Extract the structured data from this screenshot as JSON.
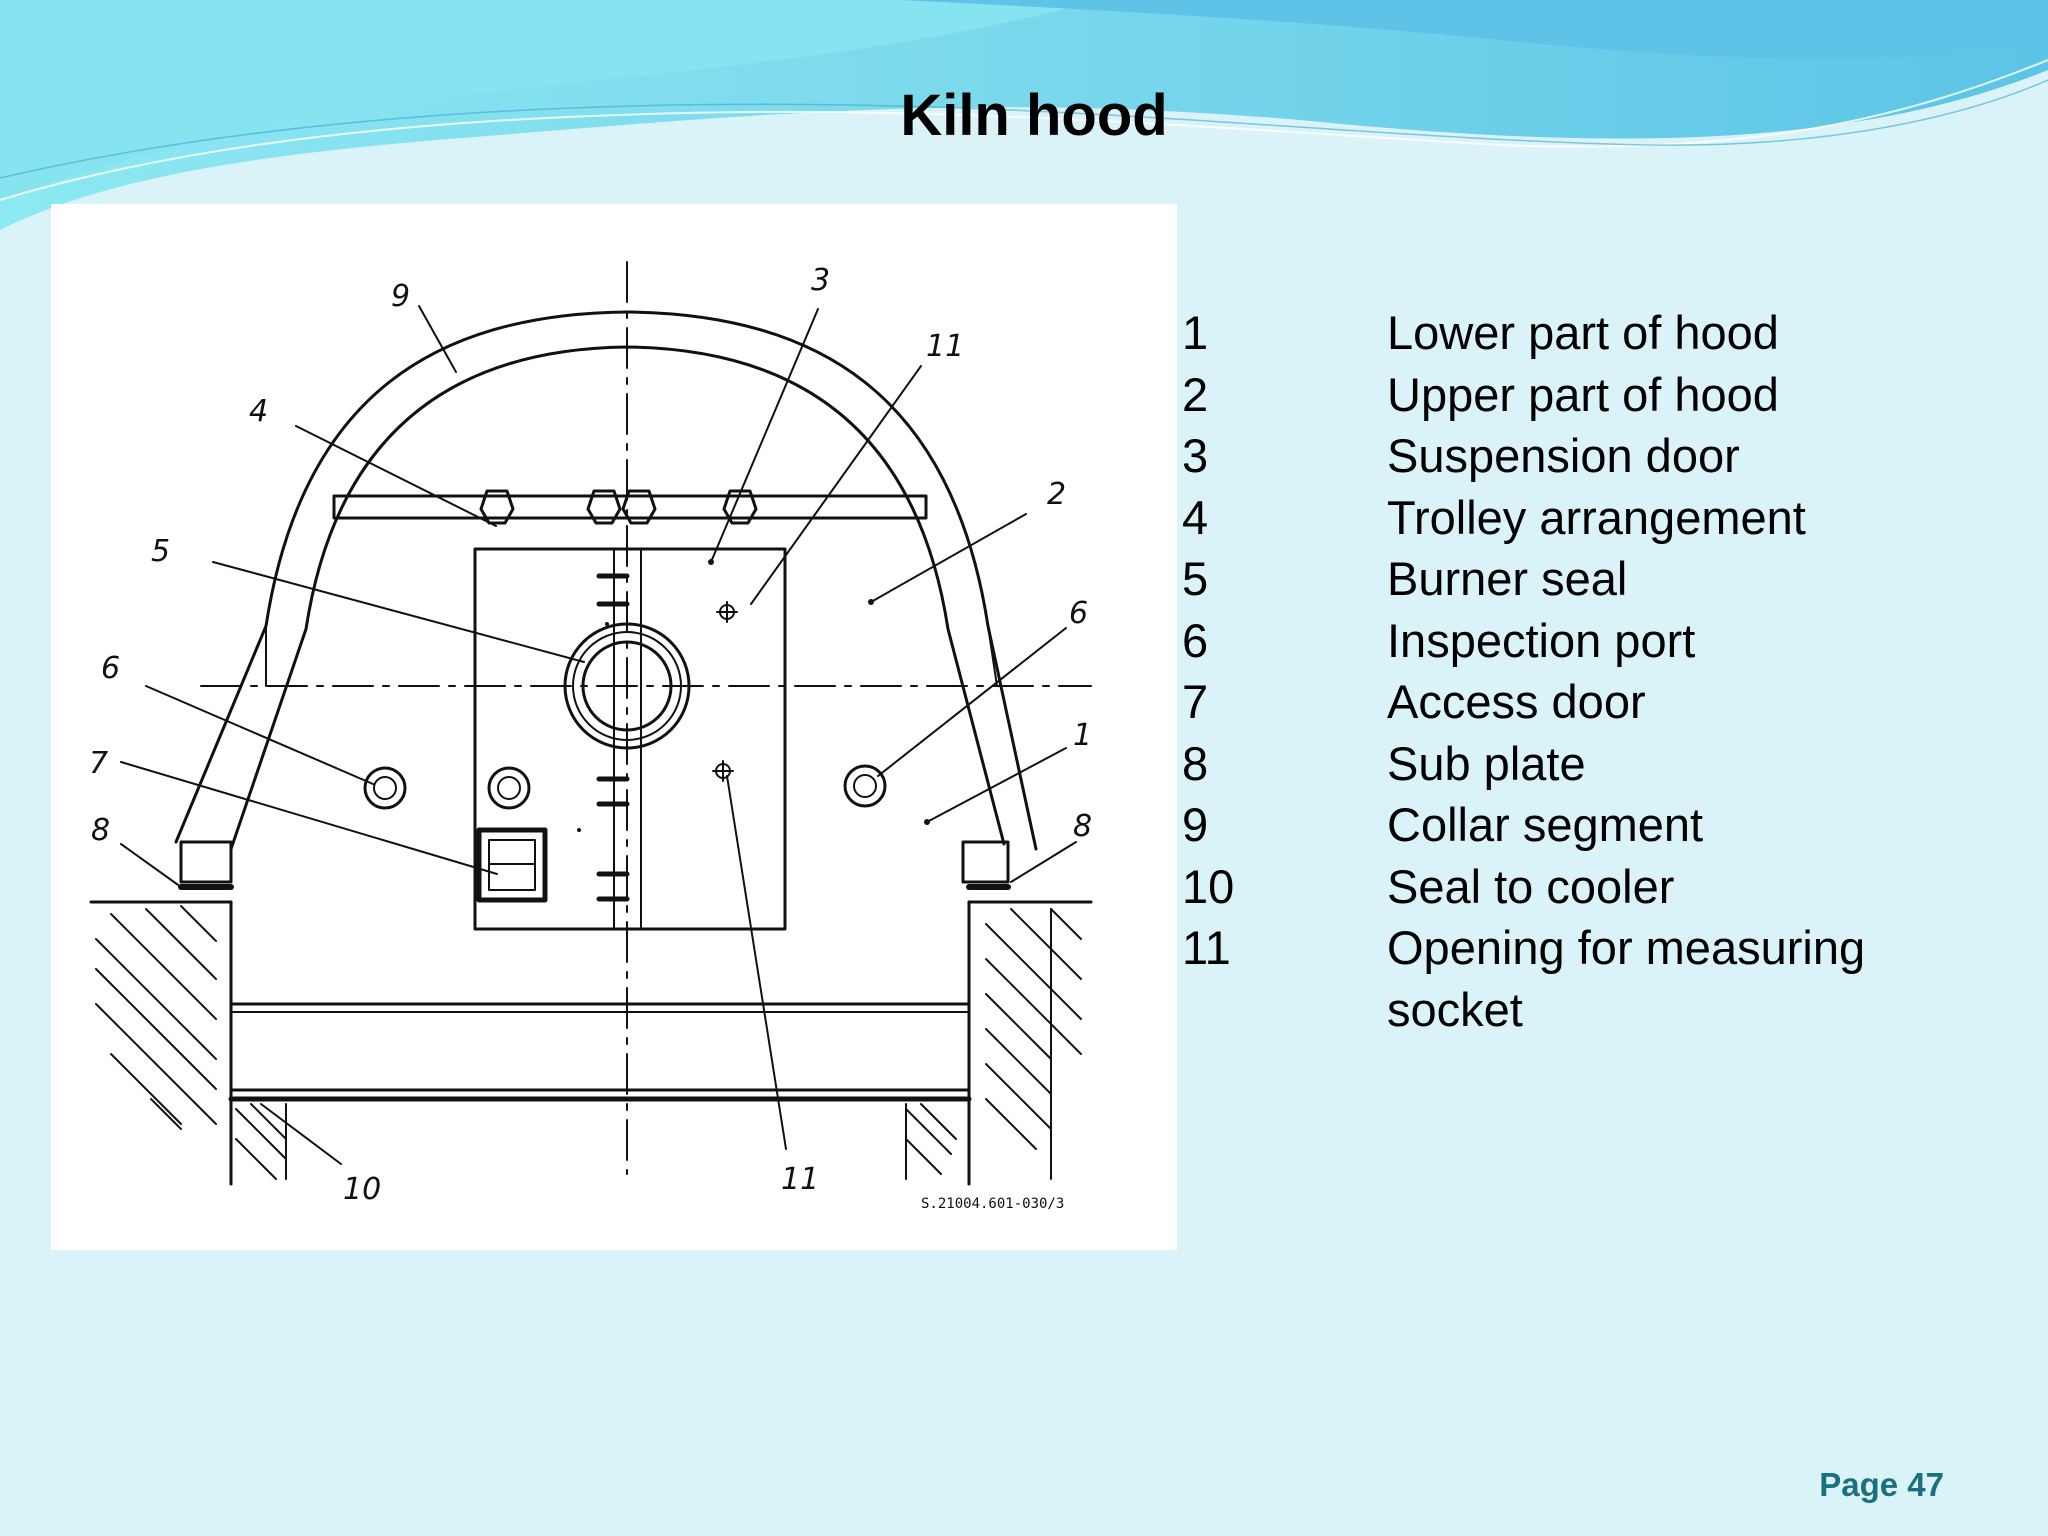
{
  "slide": {
    "title": "Kiln hood",
    "page_label": "Page 47"
  },
  "diagram": {
    "callouts": {
      "c1": "1",
      "c2": "2",
      "c3": "3",
      "c4": "4",
      "c5": "5",
      "c6a": "6",
      "c6b": "6",
      "c7": "7",
      "c8a": "8",
      "c8b": "8",
      "c9": "9",
      "c10": "10",
      "c11a": "11",
      "c11b": "11"
    },
    "drawing_number": "S.21004.601-030/3"
  },
  "legend": [
    {
      "num": "1",
      "label": "Lower part of hood"
    },
    {
      "num": "2",
      "label": "Upper part of hood"
    },
    {
      "num": "3",
      "label": "Suspension door"
    },
    {
      "num": "4",
      "label": "Trolley arrangement"
    },
    {
      "num": "5",
      "label": "Burner seal"
    },
    {
      "num": "6",
      "label": "Inspection port"
    },
    {
      "num": "7",
      "label": "Access door"
    },
    {
      "num": "8",
      "label": "Sub plate"
    },
    {
      "num": "9",
      "label": "Collar segment"
    },
    {
      "num": "10",
      "label": "Seal to cooler"
    },
    {
      "num": "11",
      "label": "Opening for measuring socket"
    }
  ],
  "colors": {
    "background": "#d9f3f9",
    "wave_light": "#8fe6f0",
    "wave_mid": "#6fd0e8",
    "page_label": "#1a6f80"
  }
}
